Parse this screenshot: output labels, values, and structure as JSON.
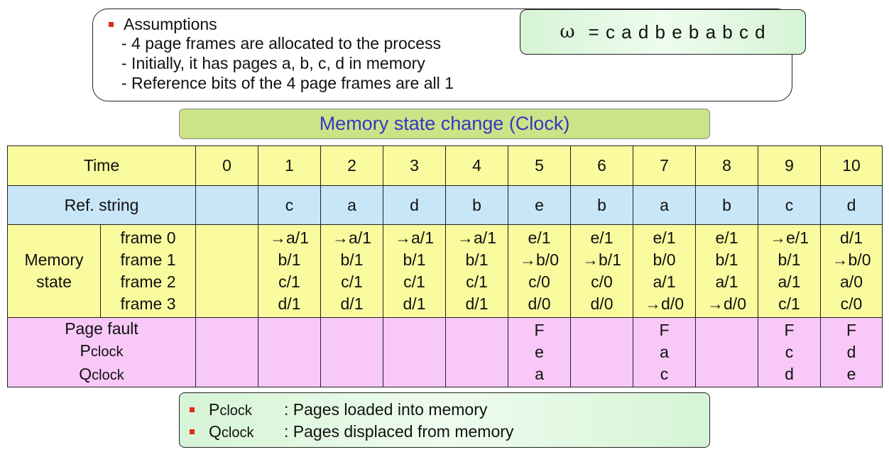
{
  "assumptions": {
    "heading": "Assumptions",
    "lines": [
      "- 4 page frames are allocated to the process",
      "- Initially, it has pages a, b, c, d in memory",
      "- Reference bits of the 4 page frames are all 1"
    ]
  },
  "reference_string": {
    "symbol": "ω",
    "text": "= c a d b e b a b c d"
  },
  "title": "Memory state change (Clock)",
  "table": {
    "time_label": "Time",
    "times": [
      "0",
      "1",
      "2",
      "3",
      "4",
      "5",
      "6",
      "7",
      "8",
      "9",
      "10"
    ],
    "ref_label": "Ref. string",
    "refs": [
      "",
      "c",
      "a",
      "d",
      "b",
      "e",
      "b",
      "a",
      "b",
      "c",
      "d"
    ],
    "memory_label": [
      "Memory",
      "state"
    ],
    "frame_labels": [
      "frame 0",
      "frame 1",
      "frame 2",
      "frame 3"
    ],
    "frames": [
      [
        "",
        "→a/1",
        "→a/1",
        "→a/1",
        "→a/1",
        "e/1",
        "e/1",
        "e/1",
        "e/1",
        "→e/1",
        "d/1"
      ],
      [
        "",
        "b/1",
        "b/1",
        "b/1",
        "b/1",
        "→b/0",
        "→b/1",
        "b/0",
        "b/1",
        "b/1",
        "→b/0"
      ],
      [
        "",
        "c/1",
        "c/1",
        "c/1",
        "c/1",
        "c/0",
        "c/0",
        "a/1",
        "a/1",
        "a/1",
        "a/0"
      ],
      [
        "",
        "d/1",
        "d/1",
        "d/1",
        "d/1",
        "d/0",
        "d/0",
        "→d/0",
        "→d/0",
        "c/1",
        "c/0"
      ]
    ],
    "fault_label": "Page fault",
    "p_label": {
      "big": "P",
      "small": "clock"
    },
    "q_label": {
      "big": "Q",
      "small": "clock"
    },
    "faults": [
      "",
      "",
      "",
      "",
      "",
      "F",
      "",
      "F",
      "",
      "F",
      "F"
    ],
    "p_clock": [
      "",
      "",
      "",
      "",
      "",
      "e",
      "",
      "a",
      "",
      "c",
      "d"
    ],
    "q_clock": [
      "",
      "",
      "",
      "",
      "",
      "a",
      "",
      "c",
      "",
      "d",
      "e"
    ]
  },
  "legend": [
    {
      "big": "P",
      "small": "clock",
      "desc": ": Pages loaded into memory"
    },
    {
      "big": "Q",
      "small": "clock",
      "desc": ": Pages displaced from memory"
    }
  ],
  "colors": {
    "bullet": "#e02a1f",
    "title_bg": "#cbe488",
    "title_text": "#3737c2",
    "row_yellow": "#fafa9f",
    "row_blue": "#c8e6f8",
    "row_pink": "#f8c8f8",
    "green_box": "#d6f4d6"
  }
}
